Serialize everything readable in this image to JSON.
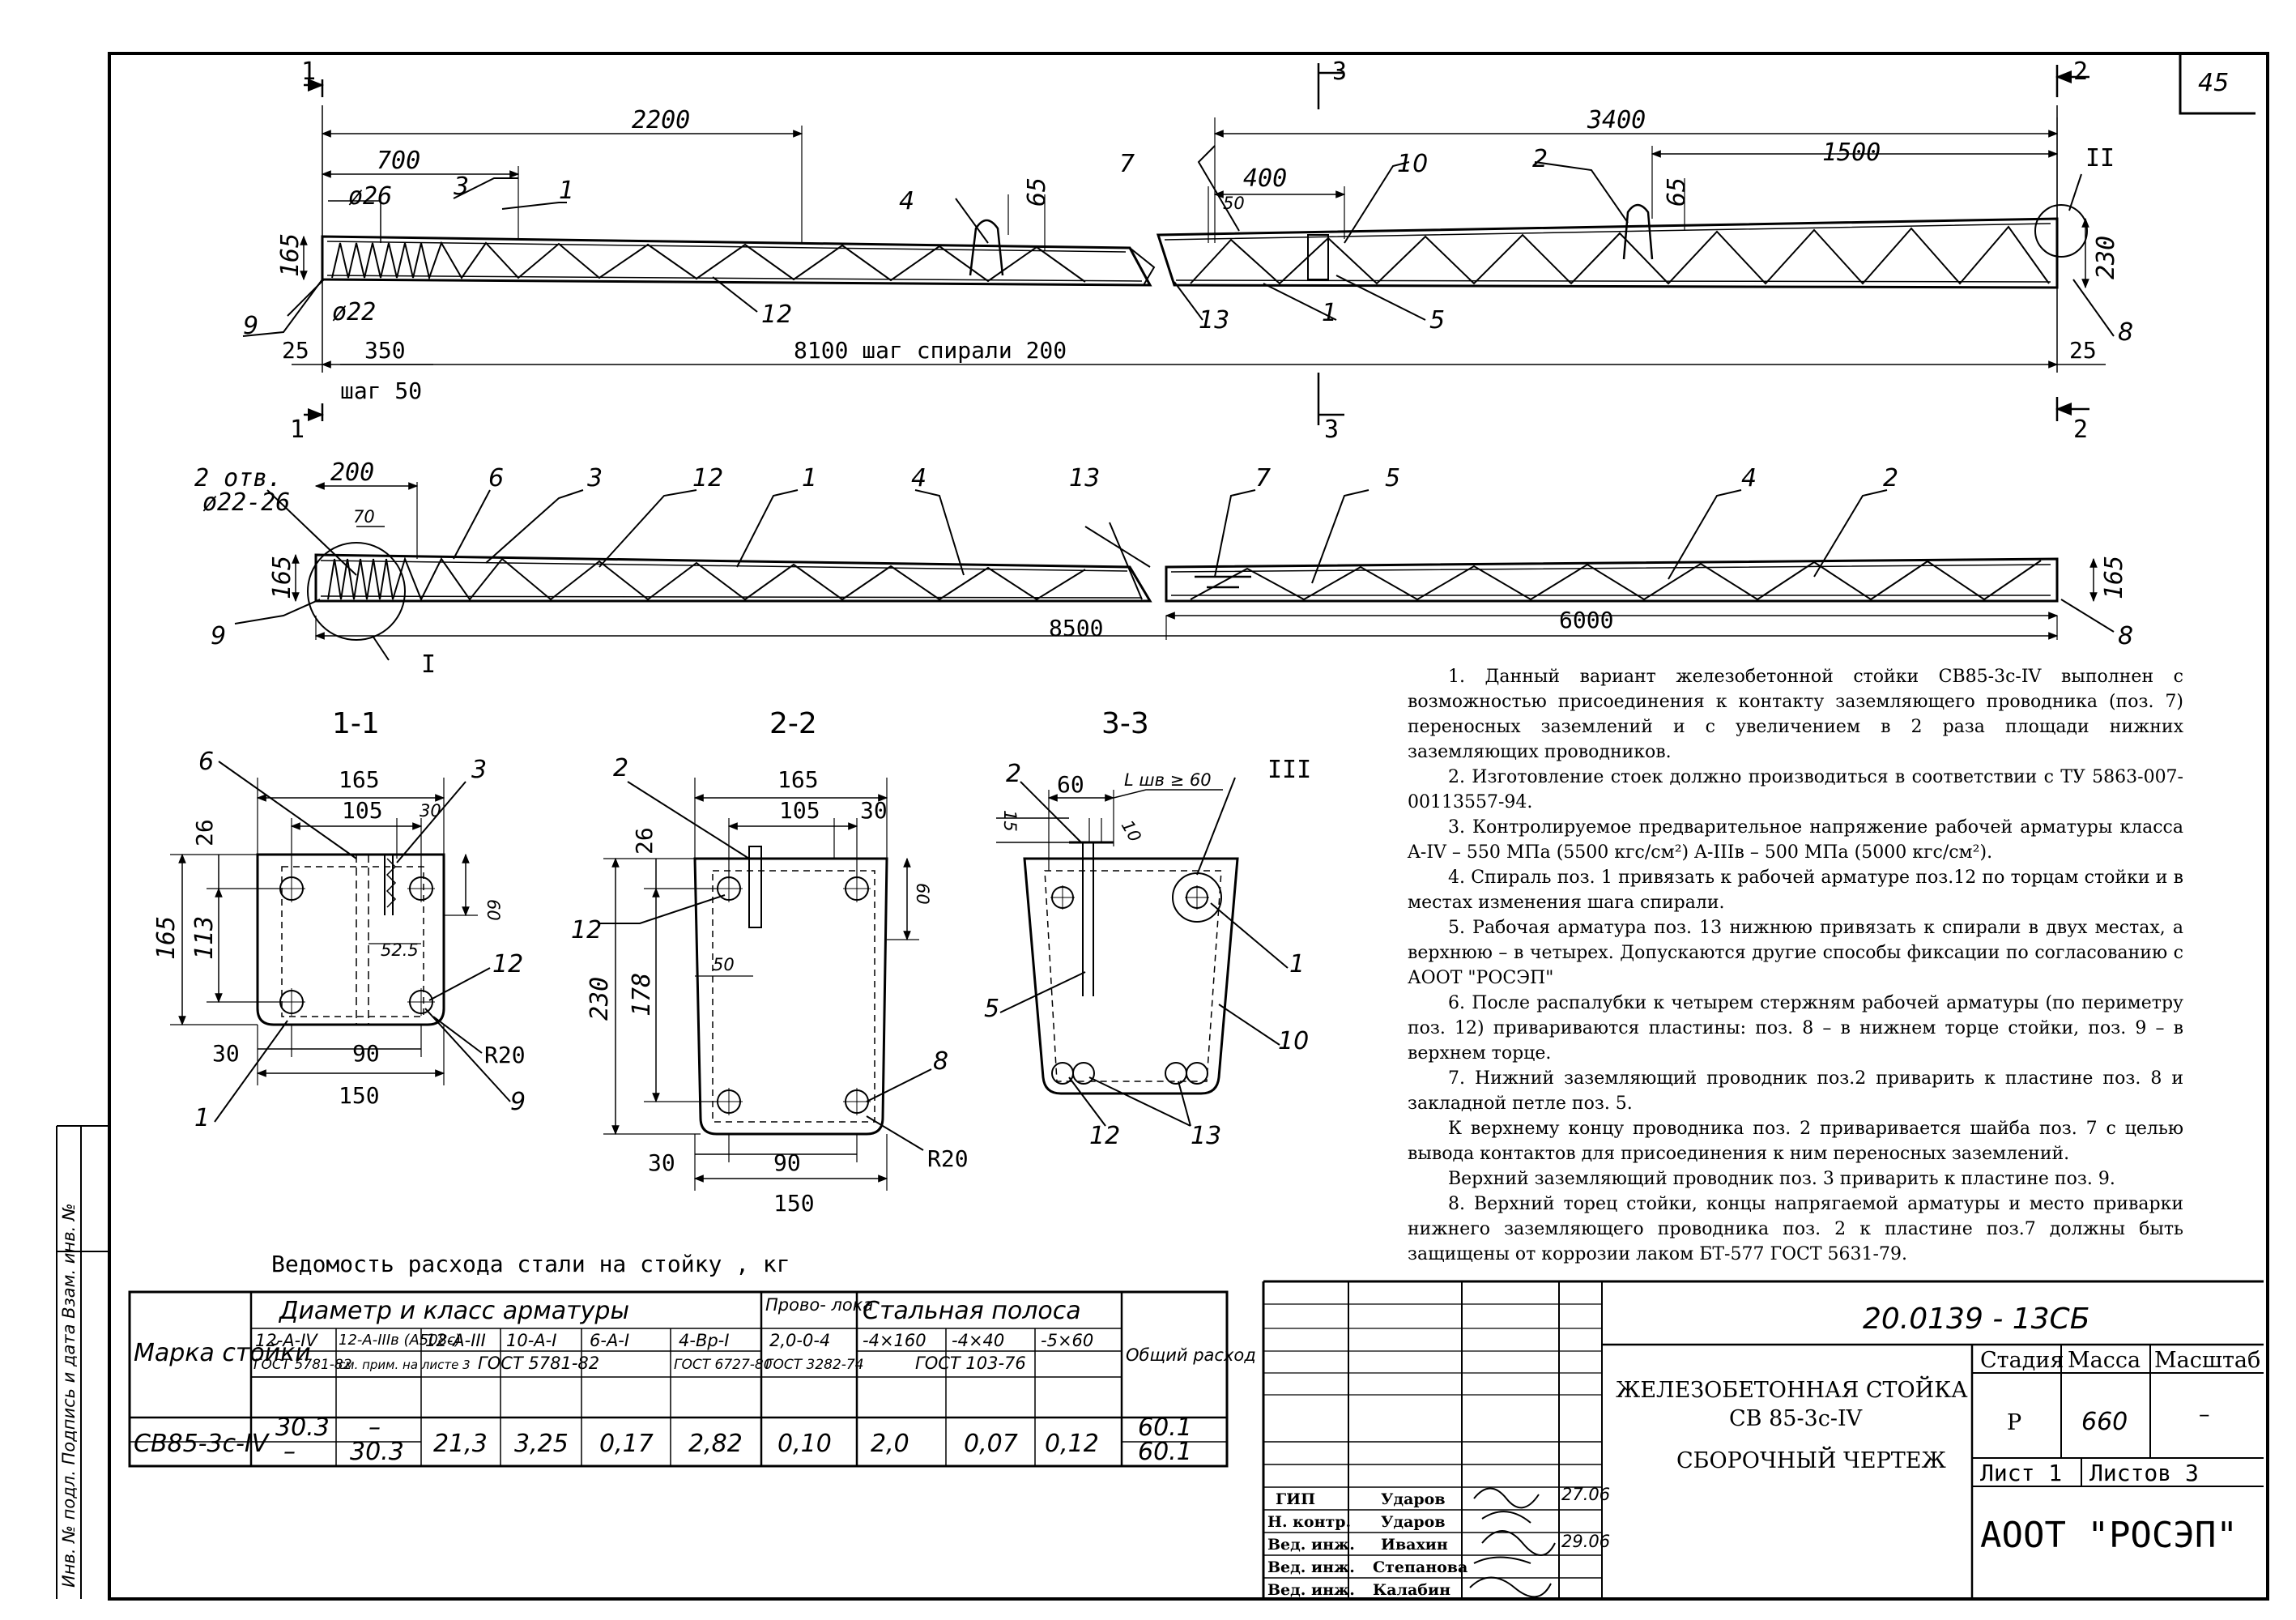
{
  "sheet_number": "45",
  "document_code": "20.0139 - 13СБ",
  "elevation": {
    "top_dims": [
      "2200",
      "700",
      "ø26",
      "65",
      "165",
      "ø22",
      "25",
      "350",
      "8100 шаг спирали 200",
      "шаг 50",
      "3400",
      "400",
      "50",
      "1500",
      "65",
      "230",
      "25"
    ],
    "bottom_dims": [
      "2 отв.",
      "ø22-26",
      "200",
      "70",
      "165",
      "8500",
      "6000",
      "165"
    ],
    "cut_labels": [
      "1",
      "1",
      "3",
      "3",
      "2",
      "2"
    ],
    "detail_labels": [
      "II",
      "I",
      "III"
    ]
  },
  "positions_top": [
    "1",
    "3",
    "4",
    "9",
    "12",
    "7",
    "10",
    "2",
    "13",
    "1",
    "5",
    "8"
  ],
  "positions_bottom": [
    "6",
    "3",
    "12",
    "1",
    "4",
    "13",
    "7",
    "5",
    "4",
    "2",
    "9",
    "8"
  ],
  "sections": {
    "s11": {
      "title": "1-1",
      "dims": [
        "165",
        "105",
        "30",
        "26",
        "165",
        "113",
        "60",
        "52.5",
        "30",
        "90",
        "150",
        "R20"
      ],
      "labels": [
        "6",
        "3",
        "12",
        "1",
        "9"
      ]
    },
    "s22": {
      "title": "2-2",
      "dims": [
        "165",
        "105",
        "30",
        "26",
        "230",
        "178",
        "60",
        "50",
        "30",
        "90",
        "150",
        "R20"
      ],
      "labels": [
        "2",
        "12",
        "8"
      ]
    },
    "s33": {
      "title": "3-3",
      "dims": [
        "60",
        "L шв ≥ 60",
        "15",
        "10"
      ],
      "labels": [
        "2",
        "5",
        "1",
        "10",
        "12",
        "13"
      ]
    }
  },
  "notes": [
    "1. Данный вариант железобетонной стойки СВ85-3с-IV выполнен с возможностью присоединения к контакту заземляющего проводника (поз. 7) переносных заземлений и с увеличением в 2 раза площади нижних заземляющих проводников.",
    "2. Изготовление стоек должно производиться в соответствии с ТУ 5863-007-00113557-94.",
    "3. Контролируемое предварительное напряжение рабочей арматуры класса A-IV – 550 МПа (5500 кгс/см²) A-IIIв – 500 МПа (5000 кгс/см²).",
    "4. Спираль поз. 1 привязать к рабочей арматуре поз.12 по торцам стойки и в местах изменения шага спирали.",
    "5. Рабочая арматура поз. 13 нижнюю привязать к спирали в двух местах, а верхнюю – в четырех. Допускаются другие способы фиксации по согласованию с АООТ \"РОСЭП\"",
    "6. После распалубки к четырем стержням рабочей арматуры (по периметру поз. 12) привариваются пластины: поз. 8 – в нижнем торце стойки, поз. 9 – в верхнем торце.",
    "7. Нижний заземляющий проводник поз.2 приварить к пластине поз. 8 и закладной петле поз. 5.",
    "К верхнему концу проводника поз. 2 приваривается шайба поз. 7 с целью вывода контактов для присоединения к ним переносных заземлений.",
    "Верхний заземляющий проводник поз. 3 приварить к пластине поз. 9.",
    "8. Верхний торец стойки, концы напрягаемой арматуры и место приварки нижнего заземляющего проводника поз. 2 к пластине поз.7 должны быть защищены от коррозии лаком БТ-577 ГОСТ 5631-79."
  ],
  "steel_table": {
    "title": "Ведомость расхода стали на стойку , кг",
    "h_mark": "Марка стойки",
    "h_diam": "Диаметр и класс арматуры",
    "h_wire": "Прово- лока",
    "h_strip": "Стальная полоса",
    "h_total": "Общий расход",
    "cols": [
      "12-A-IV",
      "12-A-IIIв (A508с)",
      "12-A-III",
      "10-A-I",
      "6-A-I",
      "4-Bp-I",
      "2,0-0-4",
      "-4×160",
      "-4×40",
      "-5×60"
    ],
    "gost": [
      "ГОСТ 5781-82",
      "см. прим. на листе 3",
      "ГОСТ 5781-82",
      "ГОСТ 6727-80",
      "ГОСТ 3282-74",
      "ГОСТ 103-76"
    ],
    "mark": "СВ85-3с-IV",
    "row1": [
      "30.3",
      "–"
    ],
    "row2": [
      "–",
      "30.3"
    ],
    "common": [
      "21,3",
      "3,25",
      "0,17",
      "2,82",
      "0,10",
      "2,0",
      "0,07",
      "0,12"
    ],
    "totals": [
      "60.1",
      "60.1"
    ]
  },
  "title_block": {
    "roles": [
      "ГИП",
      "Н. контр.",
      "Вед. инж.",
      "Вед. инж.",
      "Вед. инж."
    ],
    "names": [
      "Ударов",
      "Ударов",
      "Ивахин",
      "Степанова",
      "Калабин"
    ],
    "dates": [
      "27.06",
      "29.06"
    ],
    "object_line1": "ЖЕЛЕЗОБЕТОННАЯ СТОЙКА",
    "object_line2": "СВ 85-3с-IV",
    "object_line3": "СБОРОЧНЫЙ ЧЕРТЕЖ",
    "stage_h": "Стадия",
    "mass_h": "Масса",
    "scale_h": "Масштаб",
    "stage": "Р",
    "mass": "660",
    "scale": "–",
    "sheet_label": "Лист 1",
    "sheets_label": "Листов 3",
    "company": "АООТ \"РОСЭП\""
  },
  "side_stamp": "Инв. № подл.   Подпись и дата   Взам. инв. №"
}
